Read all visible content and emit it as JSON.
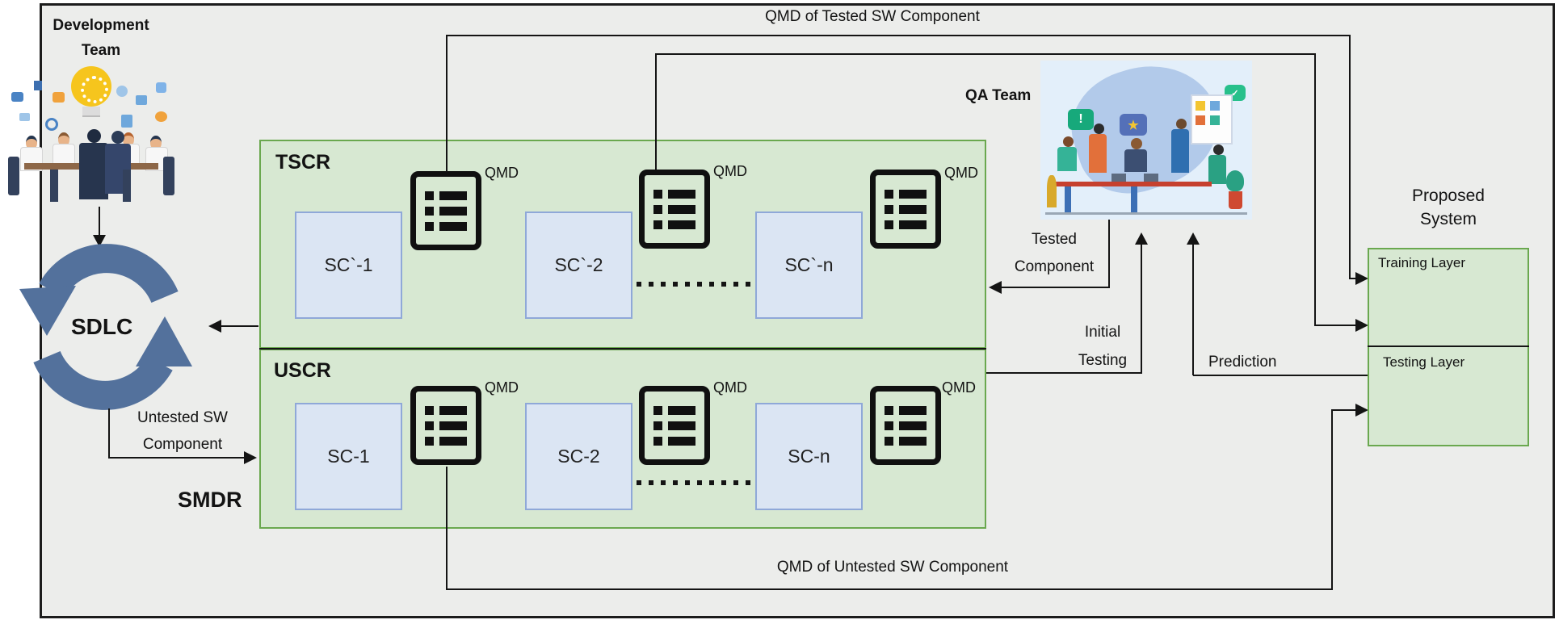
{
  "dev_team": {
    "line1": "Development",
    "line2": "Team"
  },
  "sdlc": {
    "label": "SDLC"
  },
  "smdr": "SMDR",
  "tscr": {
    "label": "TSCR",
    "qmd": "QMD",
    "components": [
      "SC`-1",
      "SC`-2",
      "SC`-n"
    ]
  },
  "uscr": {
    "label": "USCR",
    "qmd": "QMD",
    "components": [
      "SC-1",
      "SC-2",
      "SC-n"
    ]
  },
  "qa": {
    "label": "QA Team"
  },
  "flows": {
    "qmd_tested": "QMD of Tested SW Component",
    "qmd_untested": "QMD of Untested SW Component",
    "tested1": "Tested",
    "tested2": "Component",
    "initial1": "Initial",
    "initial2": "Testing",
    "prediction": "Prediction",
    "untested1": "Untested SW",
    "untested2": "Component"
  },
  "proposed": {
    "title1": "Proposed",
    "title2": "System",
    "training": "Training Layer",
    "testing": "Testing Layer"
  },
  "colors": {
    "repo_fill": "#d7e8d2",
    "repo_border": "#6aa84f",
    "component_fill": "#dbe5f3",
    "component_border": "#8fa8d8",
    "sdlc_blue": "#53719c",
    "ink": "#141414",
    "canvas": "#ecedeb"
  }
}
